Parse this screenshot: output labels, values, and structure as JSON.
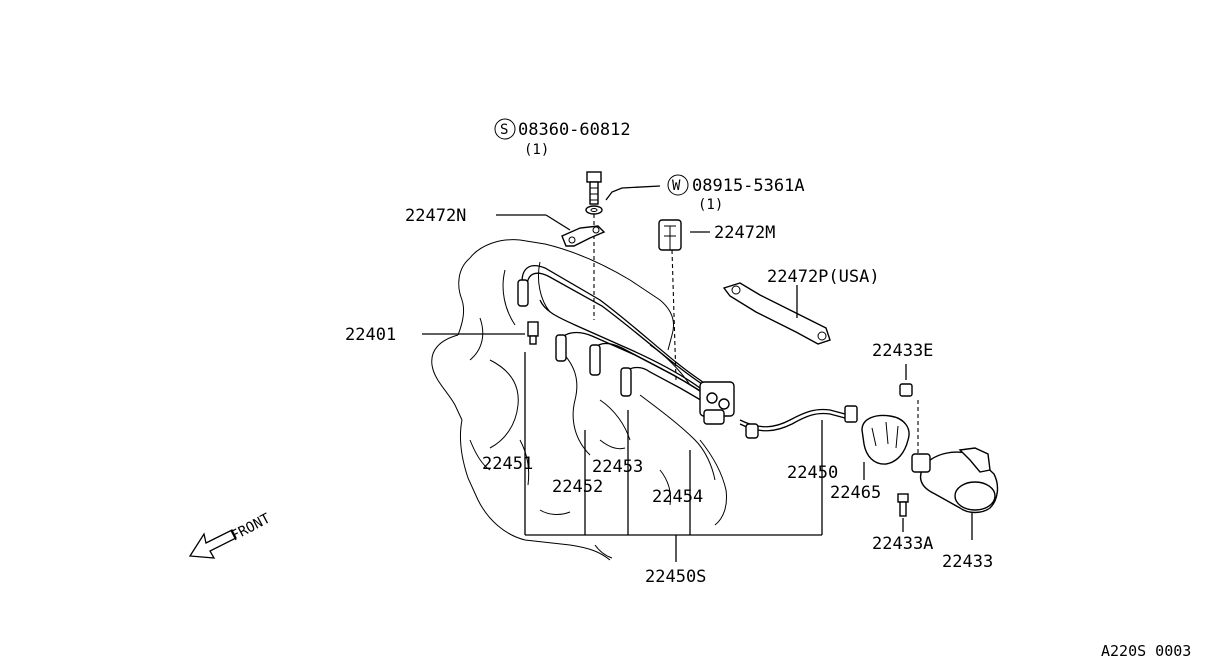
{
  "labels": {
    "bolt": "08360-60812",
    "bolt_qty": "(1)",
    "bolt_prefix": "S",
    "washer": "08915-5361A",
    "washer_qty": "(1)",
    "washer_prefix": "W",
    "p22472N": "22472N",
    "p22472M": "22472M",
    "p22472P": "22472P(USA)",
    "p22401": "22401",
    "p22433E": "22433E",
    "p22451": "22451",
    "p22452": "22452",
    "p22453": "22453",
    "p22454": "22454",
    "p22450": "22450",
    "p22465": "22465",
    "p22433A": "22433A",
    "p22433": "22433",
    "p22450S": "22450S",
    "front": "FRONT"
  },
  "reference": "A220S 0003"
}
